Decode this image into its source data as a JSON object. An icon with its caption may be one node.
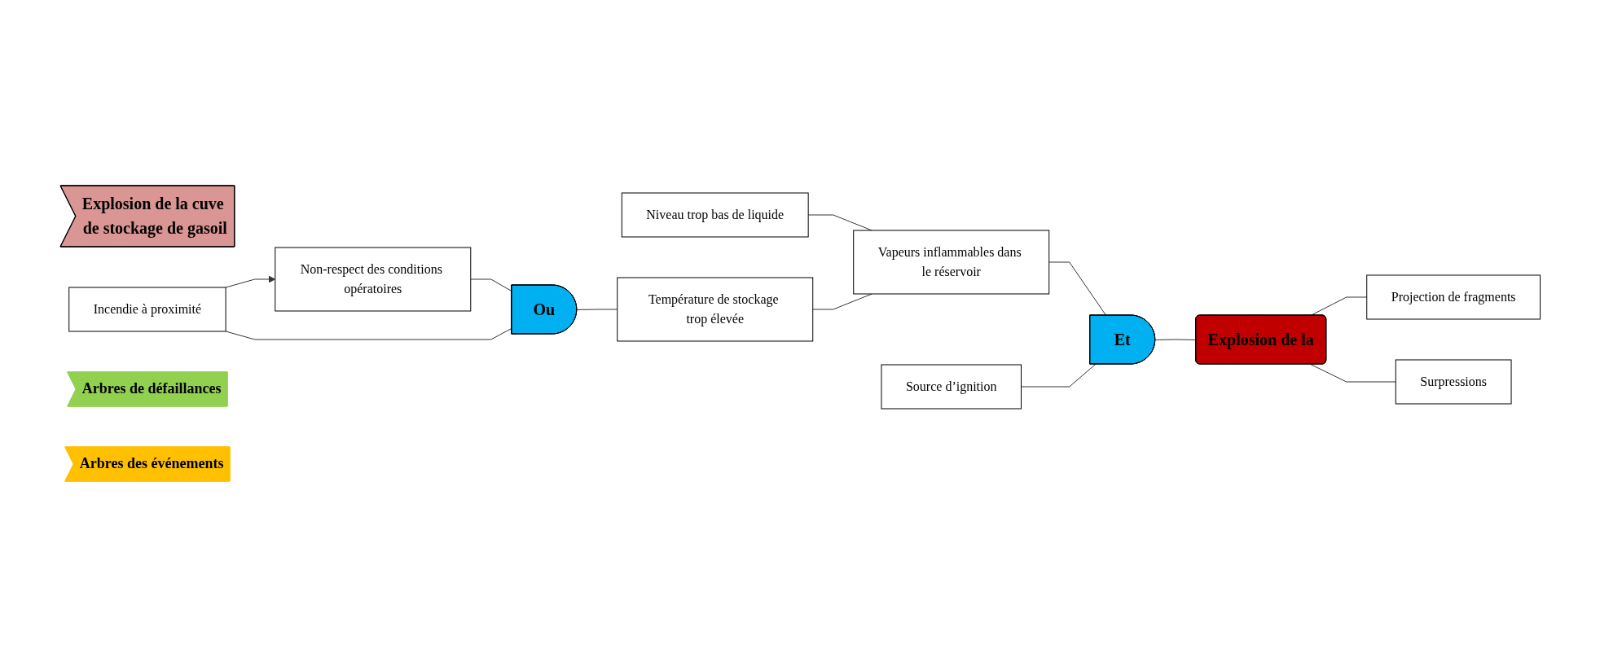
{
  "diagram": {
    "nodes": [
      {
        "text": [
          "Explosion de la cuve de stockage de gasoil"
        ]
      },
      {
        "text": [
          "Non-respect des conditions opératoires"
        ]
      },
      {
        "text": [
          "Incendie à proximité"
        ]
      },
      {
        "text": [
          "Ou"
        ]
      },
      {
        "text": [
          "Niveau trop bas de liquide"
        ]
      },
      {
        "text": [
          "Température de stockage trop élevée"
        ]
      },
      {
        "text": [
          "Vapeurs inflammables dans le réservoir"
        ]
      },
      {
        "text": [
          "Et"
        ]
      },
      {
        "text": [
          "Source d’ignition"
        ]
      },
      {
        "text": [
          "Explosion de la"
        ]
      },
      {
        "text": [
          "Projection de fragments"
        ]
      },
      {
        "text": [
          "Surpressions"
        ]
      },
      {
        "text": [
          "Arbres de défaillances"
        ]
      },
      {
        "text": [
          "Arbres des événements"
        ]
      }
    ],
    "edges": [
      {
        "from": 2,
        "to": 1,
        "arrow": "to"
      },
      {
        "from": 1,
        "to": 3,
        "arrow": "none"
      },
      {
        "from": 2,
        "to": 3,
        "arrow": "none"
      },
      {
        "from": 3,
        "to": 5,
        "arrow": "none"
      },
      {
        "from": 4,
        "to": 6,
        "arrow": "none"
      },
      {
        "from": 5,
        "to": 6,
        "arrow": "none"
      },
      {
        "from": 6,
        "to": 7,
        "arrow": "none"
      },
      {
        "from": 8,
        "to": 7,
        "arrow": "none"
      },
      {
        "from": 7,
        "to": 9,
        "arrow": "none"
      },
      {
        "from": 9,
        "to": 10,
        "arrow": "none"
      },
      {
        "from": 9,
        "to": 11,
        "arrow": "none"
      }
    ]
  }
}
